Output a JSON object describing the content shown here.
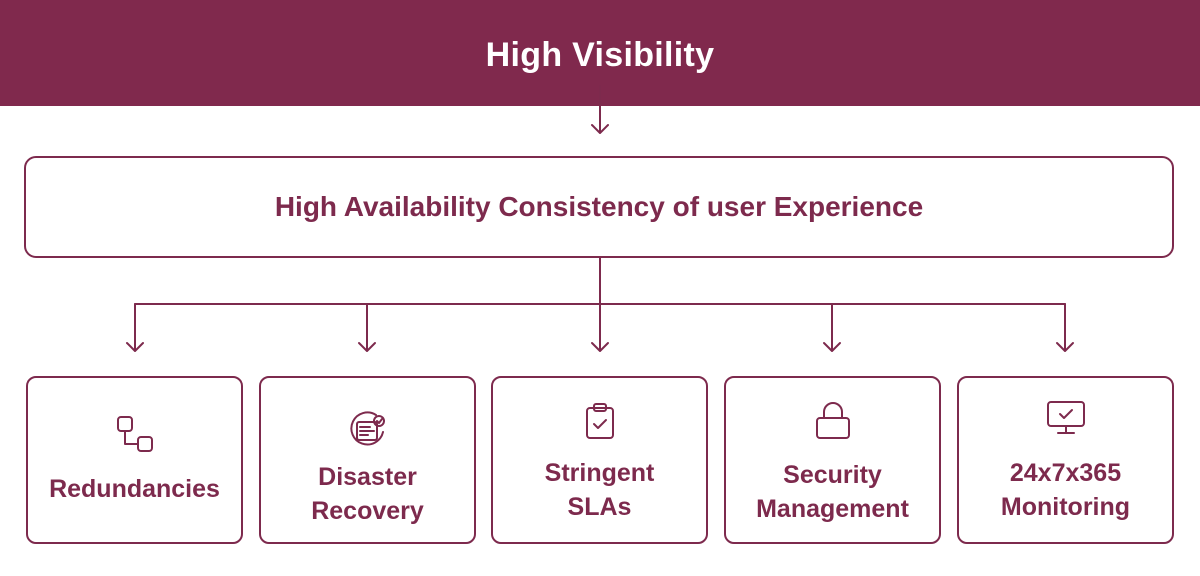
{
  "header": {
    "title": "High Visibility"
  },
  "main": {
    "title": "High Availability Consistency of user Experience"
  },
  "cards": [
    {
      "lines": [
        "Redundancies"
      ],
      "icon": "redundancy-nodes-icon"
    },
    {
      "lines": [
        "Disaster",
        "Recovery"
      ],
      "icon": "disaster-recovery-icon"
    },
    {
      "lines": [
        "Stringent",
        "SLAs"
      ],
      "icon": "clipboard-check-icon"
    },
    {
      "lines": [
        "Security",
        "Management"
      ],
      "icon": "lock-icon"
    },
    {
      "lines": [
        "24x7x365",
        "Monitoring"
      ],
      "icon": "monitor-check-icon"
    }
  ],
  "colors": {
    "brand": "#80294d",
    "text": "#7d2a4d",
    "background": "#ffffff"
  }
}
